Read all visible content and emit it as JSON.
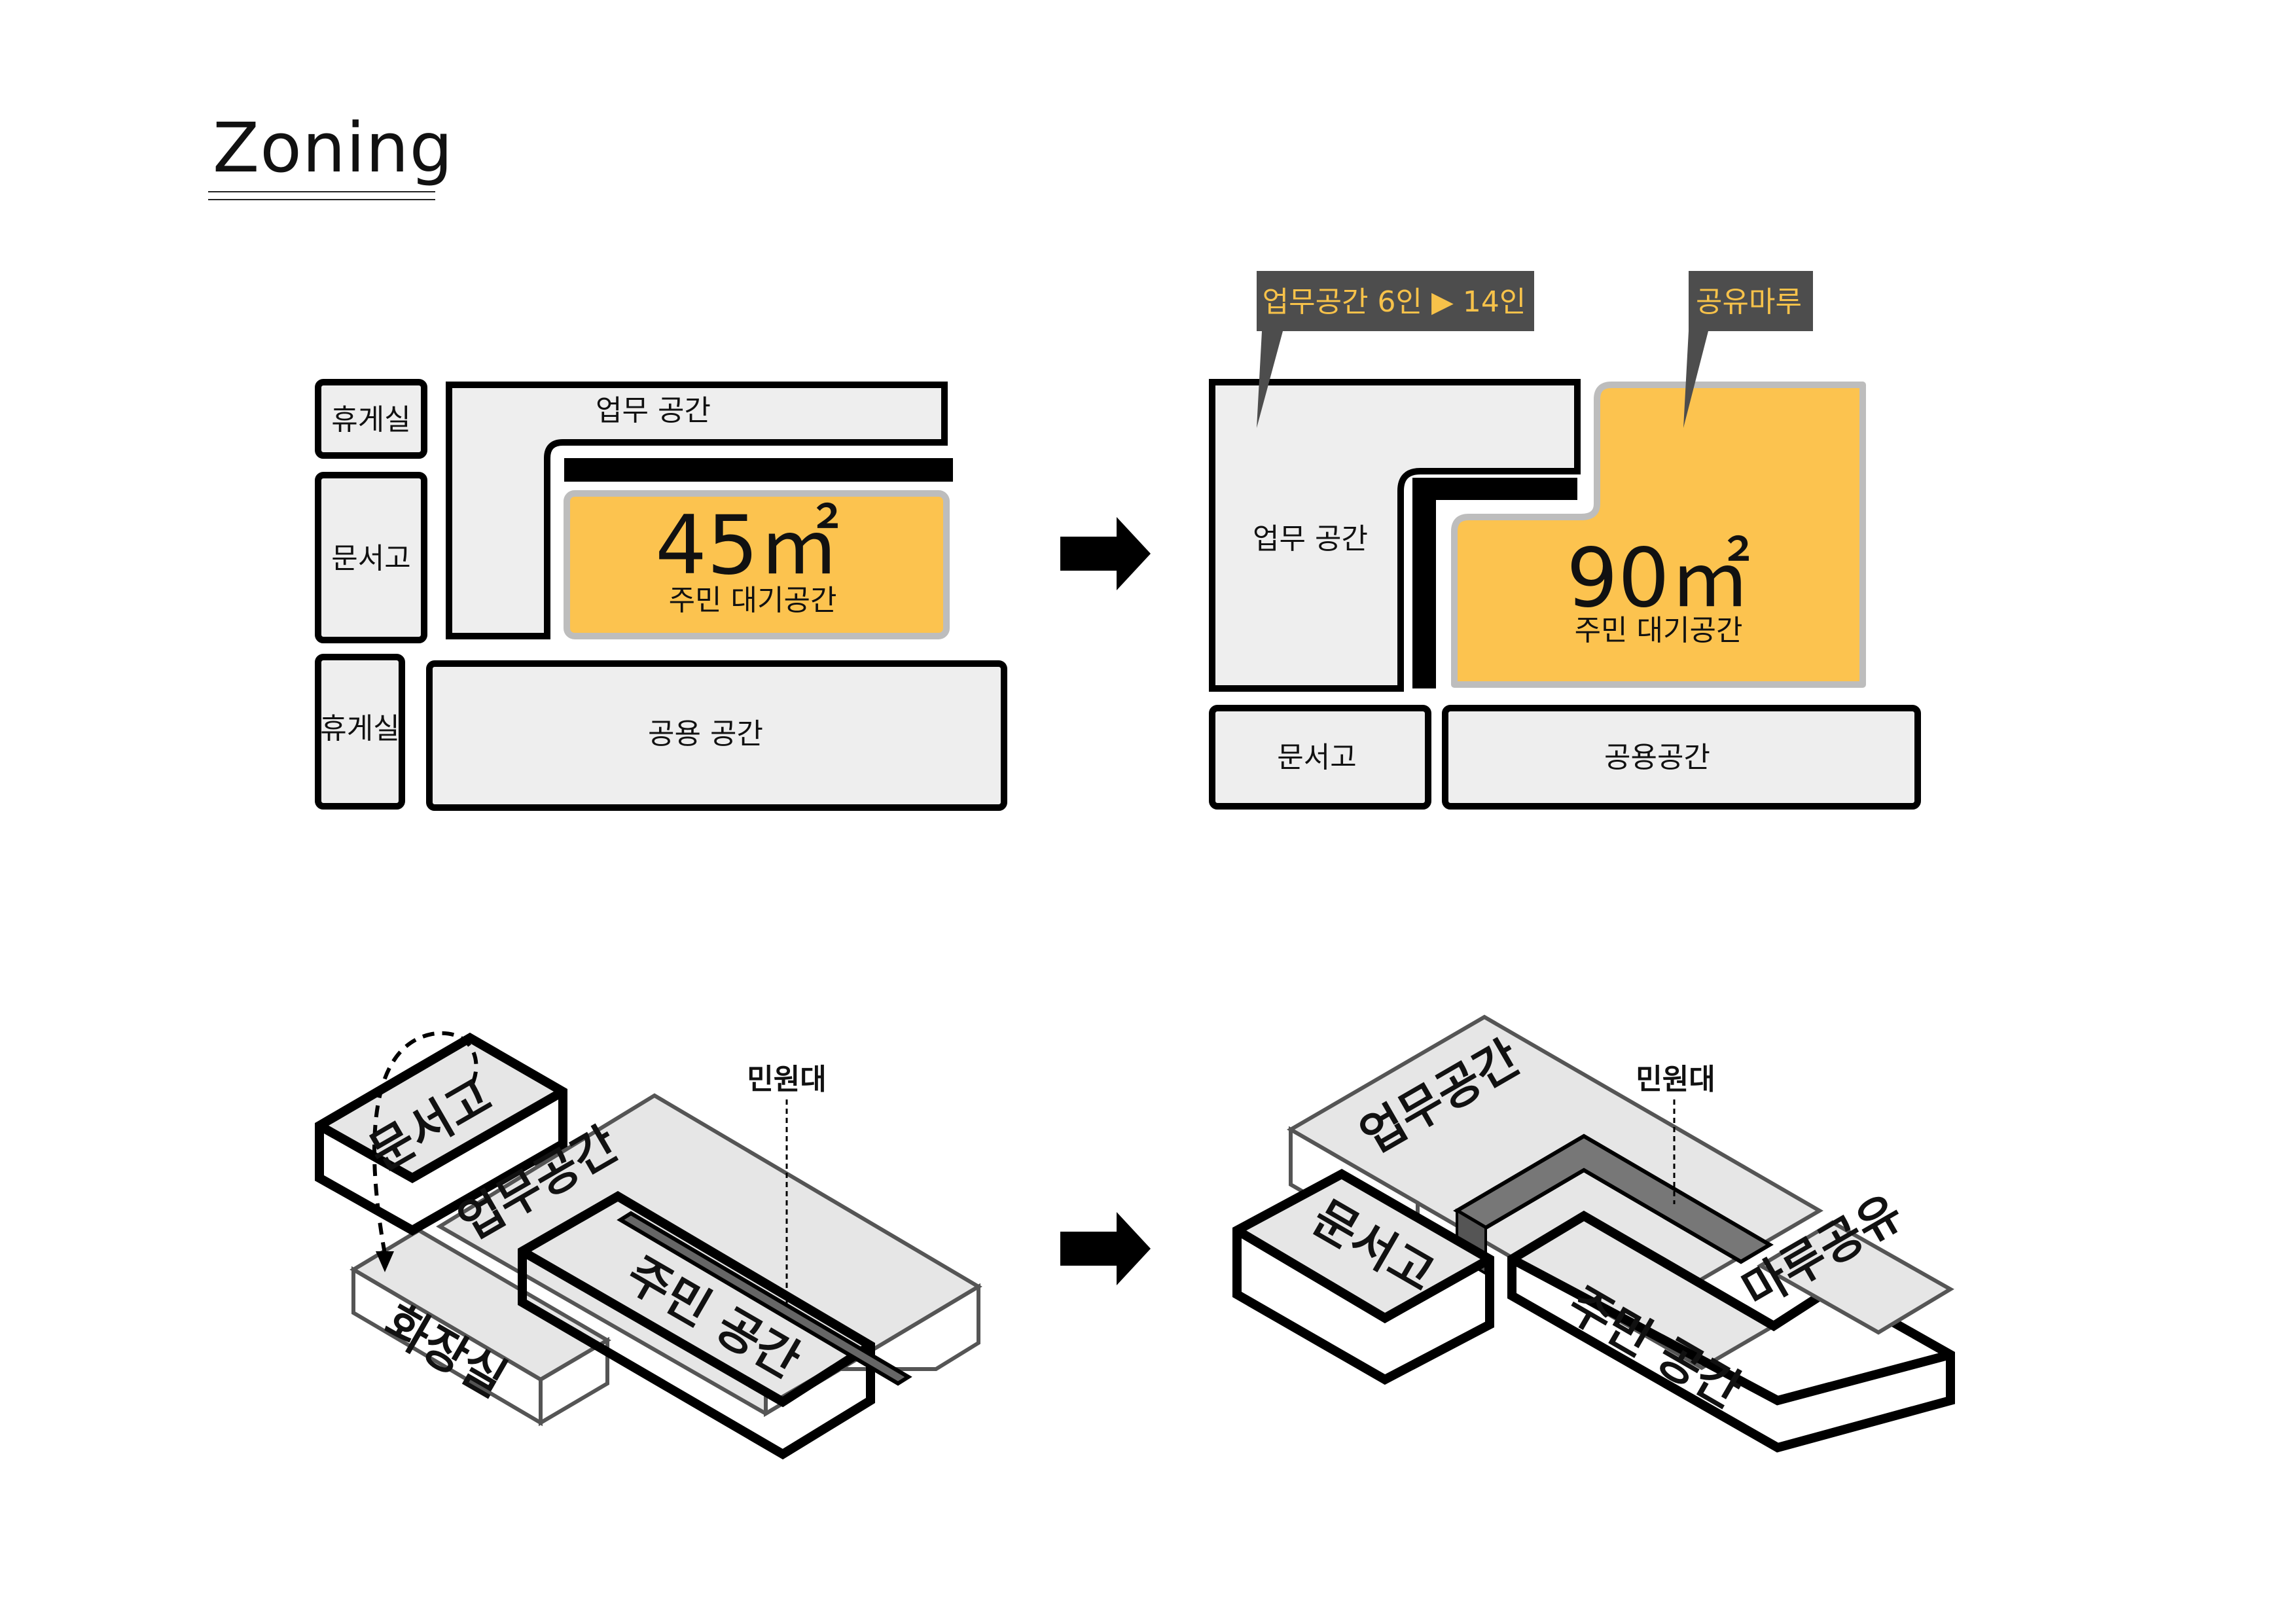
{
  "title": "Zoning",
  "before": {
    "rooms": {
      "lounge_top": "휴게실",
      "archive": "문서고",
      "lounge_bottom": "휴게실",
      "office": "업무 공간",
      "common": "공용 공간"
    },
    "waiting": {
      "area": "45㎡",
      "label": "주민 대기공간"
    }
  },
  "after": {
    "rooms": {
      "office": "업무 공간",
      "archive": "문서고",
      "common": "공용공간"
    },
    "waiting": {
      "area": "90㎡",
      "label": "주민 대기공간"
    },
    "callouts": {
      "office": "업무공간 6인 ▶ 14인",
      "maru": "공유마루"
    }
  },
  "iso_before": {
    "archive": "문서고",
    "office": "업무공간",
    "counter": "민원대",
    "resident": "주민 공간",
    "toilet": "화장실"
  },
  "iso_after": {
    "office": "업무공간",
    "counter": "민원대",
    "archive": "문서고",
    "resident": "주민 공간",
    "maru": "마루공유"
  },
  "colors": {
    "accent": "#fcc34f",
    "room_fill": "#eeeeee",
    "callout_bg": "#4d4d4d",
    "outline": "#000000"
  }
}
